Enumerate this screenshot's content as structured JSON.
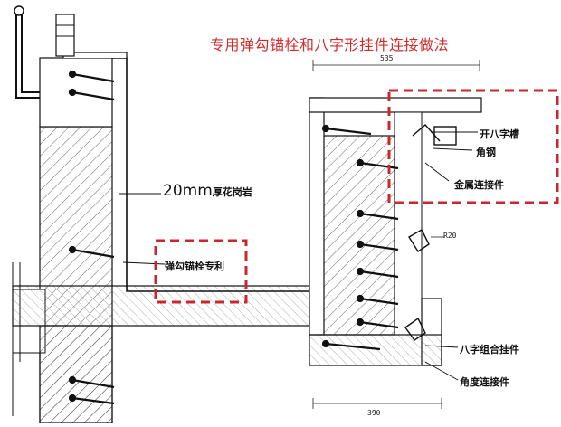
{
  "title": "专用弹勾锚栓和八字形挂件连接做法",
  "labels": {
    "stone_thickness_value": "20mm",
    "stone_thickness_text": "厚花岗岩",
    "spring_hook_anchor": "弹勾锚栓专利",
    "eight_groove": "开八字槽",
    "angle_steel": "角钢",
    "metal_connector": "金属连接件",
    "eight_combo_hanger": "八字组合挂件",
    "angle_connector": "角度连接件"
  },
  "dimensions": {
    "top": "535",
    "bottom": "390",
    "side": "R20"
  }
}
